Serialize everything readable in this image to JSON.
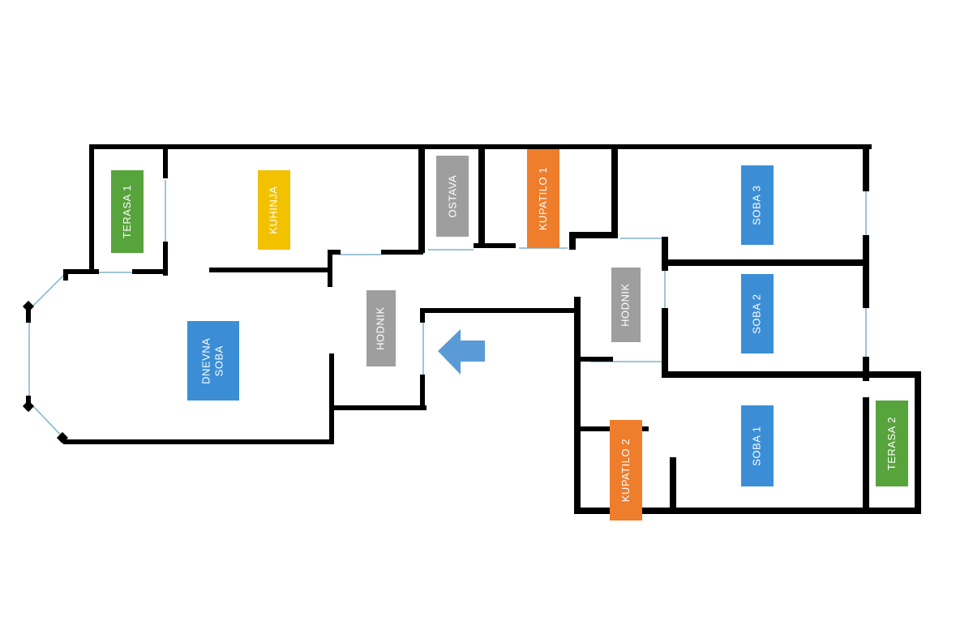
{
  "colors": {
    "wall": "#000000",
    "glass": "#7fb3c9",
    "room_blue": "#3b8ed6",
    "room_green": "#57a33c",
    "room_yellow": "#f2c100",
    "room_gray": "#9e9e9e",
    "room_orange": "#ee7d2c",
    "arrow": "#5b9bd5"
  },
  "rooms": {
    "terasa1": "TERASA 1",
    "kuhinja": "KUHINJA",
    "ostava": "OSTAVA",
    "kupatilo1": "KUPATILO 1",
    "soba3": "SOBA 3",
    "dnevna_soba": "DNEVNA\nSOBA",
    "hodnik_left": "HODNIK",
    "hodnik_right": "HODNIK",
    "soba2": "SOBA 2",
    "soba1": "SOBA 1",
    "terasa2": "TERASA 2",
    "kupatilo2": "KUPATILO 2"
  },
  "entrance": {
    "icon": "entrance-arrow-icon"
  }
}
